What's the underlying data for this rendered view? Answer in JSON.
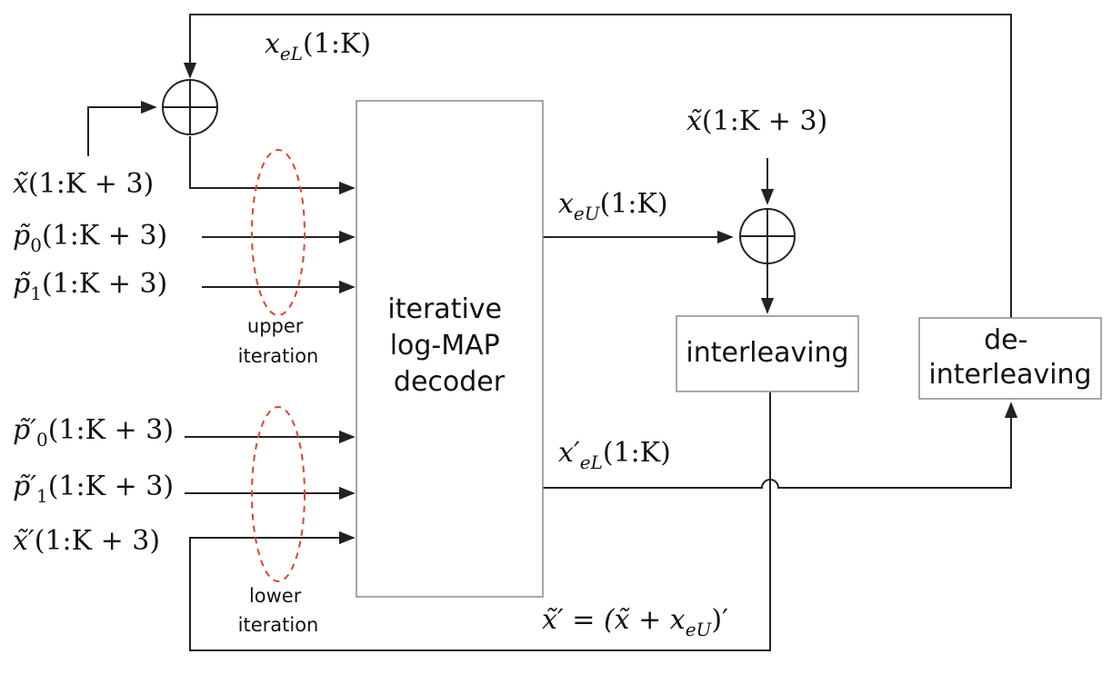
{
  "decoder": {
    "lines": [
      "iterative",
      "log-MAP",
      "decoder"
    ]
  },
  "interleaver": {
    "label": "interleaving"
  },
  "deinterleaver": {
    "lines": [
      "de-",
      "interleaving"
    ]
  },
  "groups": {
    "upper": [
      "upper",
      "iteration"
    ],
    "lower": [
      "lower",
      "iteration"
    ]
  },
  "signals": {
    "feedback_top": {
      "base": "x",
      "sub": "eL",
      "args": "(1:K)"
    },
    "x_in": {
      "base": "x̃",
      "args": "(1:K + 3)"
    },
    "p0_in": {
      "base": "p̃",
      "sub": "0",
      "args": "(1:K + 3)"
    },
    "p1_in": {
      "base": "p̃",
      "sub": "1",
      "args": "(1:K + 3)"
    },
    "p0_prime_in": {
      "base": "p̃′",
      "sub": "0",
      "args": "(1:K + 3)"
    },
    "p1_prime_in": {
      "base": "p̃′",
      "sub": "1",
      "args": "(1:K + 3)"
    },
    "x_prime_in": {
      "base": "x̃′",
      "args": "(1:K + 3)"
    },
    "x_right_in": {
      "base": "x̃",
      "args": "(1:K + 3)"
    },
    "xeU_out": {
      "base": "x",
      "sub": "eU",
      "args": "(1:K)"
    },
    "xeL_prime_out": {
      "base": "x′",
      "sub": "eL",
      "args": "(1:K)"
    },
    "bottom_eq": {
      "text": "x̃′ = (x̃ + x",
      "sub": "eU",
      "tail": ")′"
    }
  }
}
